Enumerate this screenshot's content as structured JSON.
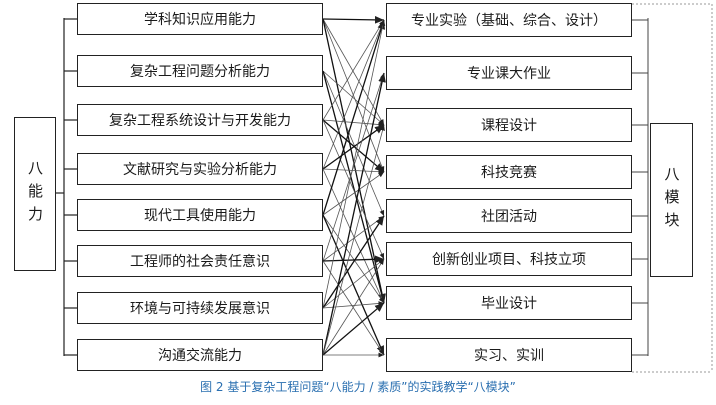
{
  "left_label": "八能力",
  "right_label": "八模块",
  "abilities": [
    "学科知识应用能力",
    "复杂工程问题分析能力",
    "复杂工程系统设计与开发能力",
    "文献研究与实验分析能力",
    "现代工具使用能力",
    "工程师的社会责任意识",
    "环境与可持续发展意识",
    "沟通交流能力"
  ],
  "modules": [
    "专业实验（基础、综合、设计）",
    "专业课大作业",
    "课程设计",
    "科技竞赛",
    "社团活动",
    "创新创业项目、科技立项",
    "毕业设计",
    "实习、实训"
  ],
  "caption": "图 2  基于复杂工程问题“八能力 / 素质”的实践教学“八模块”",
  "connections": [
    [
      0,
      0
    ],
    [
      0,
      2
    ],
    [
      0,
      3
    ],
    [
      0,
      6
    ],
    [
      1,
      2
    ],
    [
      1,
      4
    ],
    [
      1,
      6
    ],
    [
      2,
      0
    ],
    [
      2,
      2
    ],
    [
      2,
      3
    ],
    [
      2,
      5
    ],
    [
      3,
      0
    ],
    [
      3,
      2
    ],
    [
      3,
      3
    ],
    [
      3,
      6
    ],
    [
      4,
      0
    ],
    [
      4,
      3
    ],
    [
      4,
      6
    ],
    [
      4,
      7
    ],
    [
      5,
      1
    ],
    [
      5,
      4
    ],
    [
      5,
      5
    ],
    [
      5,
      7
    ],
    [
      6,
      0
    ],
    [
      6,
      4
    ],
    [
      6,
      5
    ],
    [
      6,
      6
    ],
    [
      7,
      1
    ],
    [
      7,
      2
    ],
    [
      7,
      5
    ],
    [
      7,
      6
    ],
    [
      7,
      7
    ]
  ]
}
